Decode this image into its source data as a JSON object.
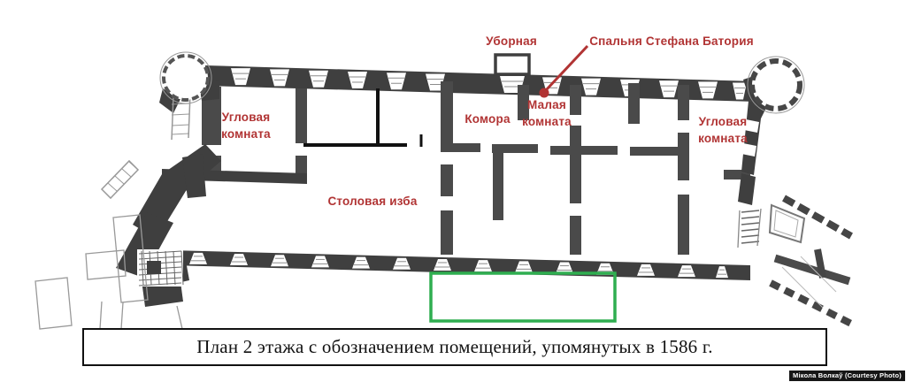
{
  "plan": {
    "labels": {
      "privy": "Уборная",
      "bedroom": "Спальня Стефана Батория",
      "corner_room_left": "Угловая комната",
      "storeroom": "Комора",
      "small_room": "Малая комната",
      "corner_room_right": "Угловая комната",
      "dining_hall": "Столовая изба"
    },
    "annotation": {
      "color": "#b13434"
    },
    "highlight": {
      "color": "#2fae50"
    }
  },
  "caption": {
    "text": "План 2 этажа с обозначением помещений, упомянутых в 1586 г."
  },
  "credit": {
    "text": "Мікола Волкаў (Courtesy Photo)"
  }
}
